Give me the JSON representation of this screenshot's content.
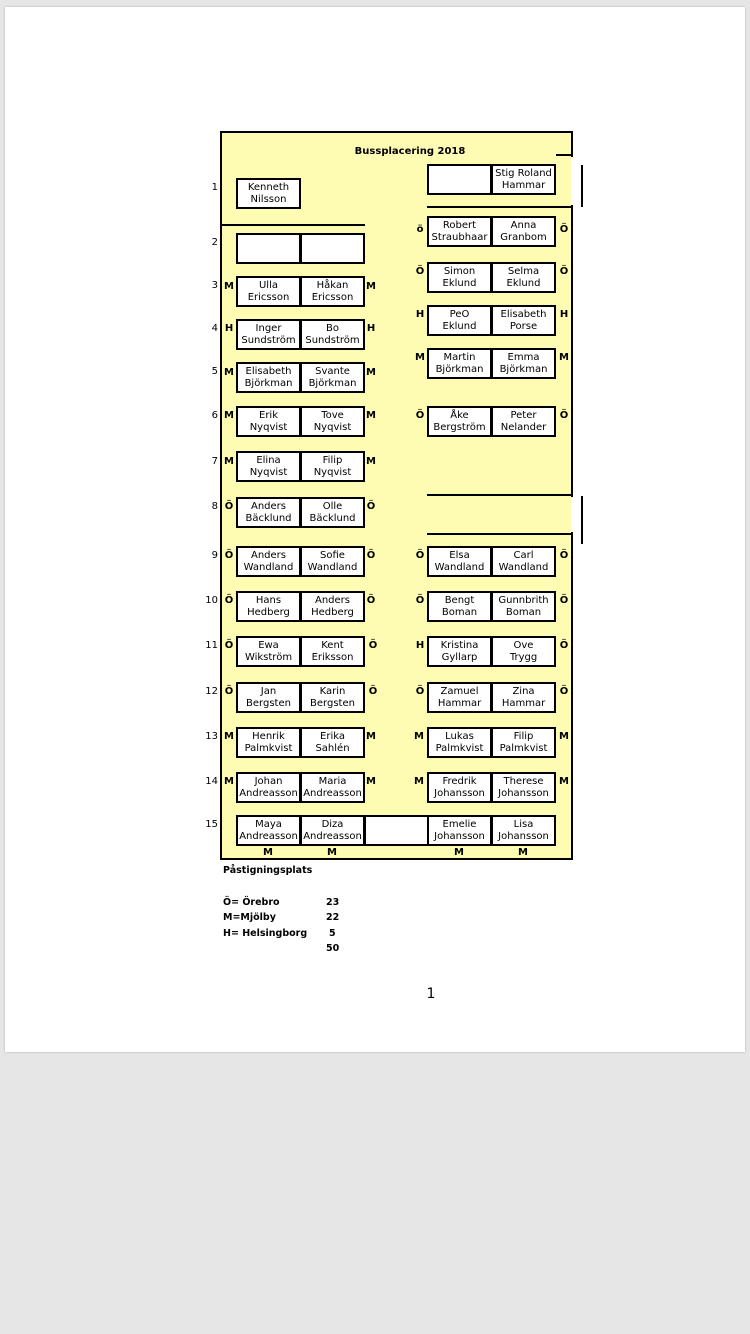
{
  "title": "Bussplacering 2018",
  "row_labels": [
    "1",
    "2",
    "3",
    "4",
    "5",
    "6",
    "7",
    "8",
    "9",
    "10",
    "11",
    "12",
    "13",
    "14",
    "15"
  ],
  "seats": {
    "r1_right_1": {
      "l1": "",
      "l2": ""
    },
    "r1_right_2": {
      "l1": "Stig Roland",
      "l2": "Hammar"
    },
    "r1_left_1": {
      "l1": "Kenneth",
      "l2": "Nilsson"
    },
    "r2_left_1": {
      "l1": "",
      "l2": ""
    },
    "r2_left_2": {
      "l1": "",
      "l2": ""
    },
    "r2_right_1": {
      "l1": "Robert",
      "l2": "Straubhaar"
    },
    "r2_right_2": {
      "l1": "Anna",
      "l2": "Granbom"
    },
    "r3_left_1": {
      "l1": "Ulla",
      "l2": "Ericsson"
    },
    "r3_left_2": {
      "l1": "Håkan",
      "l2": "Ericsson"
    },
    "r3_right_1": {
      "l1": "Simon",
      "l2": "Eklund"
    },
    "r3_right_2": {
      "l1": "Selma",
      "l2": "Eklund"
    },
    "r4_left_1": {
      "l1": "Inger",
      "l2": "Sundström"
    },
    "r4_left_2": {
      "l1": "Bo",
      "l2": "Sundström"
    },
    "r4_right_1": {
      "l1": "PeO",
      "l2": "Eklund"
    },
    "r4_right_2": {
      "l1": "Elisabeth",
      "l2": "Porse"
    },
    "r5_left_1": {
      "l1": "Elisabeth",
      "l2": "Björkman"
    },
    "r5_left_2": {
      "l1": "Svante",
      "l2": "Björkman"
    },
    "r5_right_1": {
      "l1": "Martin",
      "l2": "Björkman"
    },
    "r5_right_2": {
      "l1": "Emma",
      "l2": "Björkman"
    },
    "r6_left_1": {
      "l1": "Erik",
      "l2": "Nyqvist"
    },
    "r6_left_2": {
      "l1": "Tove",
      "l2": "Nyqvist"
    },
    "r6_right_1": {
      "l1": "Åke",
      "l2": "Bergström"
    },
    "r6_right_2": {
      "l1": "Peter",
      "l2": "Nelander"
    },
    "r7_left_1": {
      "l1": "Elina",
      "l2": "Nyqvist"
    },
    "r7_left_2": {
      "l1": "Filip",
      "l2": "Nyqvist"
    },
    "r8_left_1": {
      "l1": "Anders",
      "l2": "Bäcklund"
    },
    "r8_left_2": {
      "l1": "Olle",
      "l2": "Bäcklund"
    },
    "r9_left_1": {
      "l1": "Anders",
      "l2": "Wandland"
    },
    "r9_left_2": {
      "l1": "Sofie",
      "l2": "Wandland"
    },
    "r9_right_1": {
      "l1": "Elsa",
      "l2": "Wandland"
    },
    "r9_right_2": {
      "l1": "Carl",
      "l2": "Wandland"
    },
    "r10_left_1": {
      "l1": "Hans",
      "l2": "Hedberg"
    },
    "r10_left_2": {
      "l1": "Anders",
      "l2": "Hedberg"
    },
    "r10_right_1": {
      "l1": "Bengt",
      "l2": "Boman"
    },
    "r10_right_2": {
      "l1": "Gunnbrith",
      "l2": "Boman"
    },
    "r11_left_1": {
      "l1": "Ewa",
      "l2": "Wikström"
    },
    "r11_left_2": {
      "l1": "Kent",
      "l2": "Eriksson"
    },
    "r11_right_1": {
      "l1": "Kristina",
      "l2": "Gyllarp"
    },
    "r11_right_2": {
      "l1": "Ove",
      "l2": "Trygg"
    },
    "r12_left_1": {
      "l1": "Jan",
      "l2": "Bergsten"
    },
    "r12_left_2": {
      "l1": "Karin",
      "l2": "Bergsten"
    },
    "r12_right_1": {
      "l1": "Zamuel",
      "l2": "Hammar"
    },
    "r12_right_2": {
      "l1": "Zina",
      "l2": "Hammar"
    },
    "r13_left_1": {
      "l1": "Henrik",
      "l2": "Palmkvist"
    },
    "r13_left_2": {
      "l1": "Erika",
      "l2": "Sahlén"
    },
    "r13_right_1": {
      "l1": "Lukas",
      "l2": "Palmkvist"
    },
    "r13_right_2": {
      "l1": "Filip",
      "l2": "Palmkvist"
    },
    "r14_left_1": {
      "l1": "Johan",
      "l2": "Andreasson"
    },
    "r14_left_2": {
      "l1": "Maria",
      "l2": "Andreasson"
    },
    "r14_right_1": {
      "l1": "Fredrik",
      "l2": "Johansson"
    },
    "r14_right_2": {
      "l1": "Therese",
      "l2": "Johansson"
    },
    "r15_1": {
      "l1": "Maya",
      "l2": "Andreasson"
    },
    "r15_2": {
      "l1": "Diza",
      "l2": "Andreasson"
    },
    "r15_3": {
      "l1": "",
      "l2": ""
    },
    "r15_4": {
      "l1": "Emelie",
      "l2": "Johansson"
    },
    "r15_5": {
      "l1": "Lisa",
      "l2": "Johansson"
    }
  },
  "codes": {
    "r2_ro": "ö",
    "r2_rr": "Ö",
    "r3_lo": "M",
    "r3_lr": "M",
    "r3_ro": "Ö",
    "r3_rr": "Ö",
    "r4_lo": "H",
    "r4_lr": "H",
    "r4_ro": "H",
    "r4_rr": "H",
    "r5_lo": "M",
    "r5_lr": "M",
    "r5_ro": "M",
    "r5_rr": "M",
    "r6_lo": "M",
    "r6_lr": "M",
    "r6_ro": "Ö",
    "r6_rr": "Ö",
    "r7_lo": "M",
    "r7_lr": "M",
    "r8_lo": "Ö",
    "r8_lr": "Ö",
    "r9_lo": "Ö",
    "r9_lr": "Ö",
    "r9_ro": "Ö",
    "r9_rr": "Ö",
    "r10_lo": "Ö",
    "r10_lr": "Ö",
    "r10_ro": "Ö",
    "r10_rr": "Ö",
    "r11_lo": "Ö",
    "r11_lr": "Ö",
    "r11_ro": "H",
    "r11_rr": "Ö",
    "r12_lo": "Ö",
    "r12_lr": "Ö",
    "r12_ro": "Ö",
    "r12_rr": "Ö",
    "r13_lo": "M",
    "r13_lr": "M",
    "r13_ro": "M",
    "r13_rr": "M",
    "r14_lo": "M",
    "r14_lr": "M",
    "r14_ro": "M",
    "r14_rr": "M",
    "r15_b1": "M",
    "r15_b2": "M",
    "r15_b4": "M",
    "r15_b5": "M"
  },
  "legend": {
    "heading": "Påstigningsplats",
    "orebro_label": "Ö= Örebro",
    "orebro_count": "23",
    "mjolby_label": "M=Mjölby",
    "mjolby_count": "22",
    "helsingborg_label": "H= Helsingborg",
    "helsingborg_count": "5",
    "total": "50"
  },
  "page_number": "1"
}
